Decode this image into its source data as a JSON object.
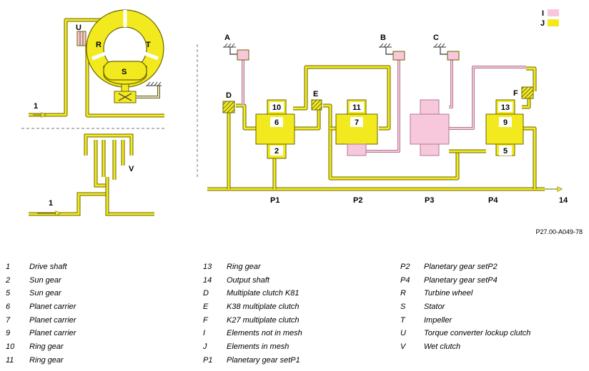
{
  "diagram": {
    "reference_code": "P27.00-A049-78",
    "key_legend": {
      "not_in_mesh_letter": "I",
      "in_mesh_letter": "J",
      "not_in_mesh_color": "#f7c8dc",
      "in_mesh_color": "#f2ea1e"
    },
    "letters": {
      "U": "U",
      "R": "R",
      "T": "T",
      "S": "S",
      "V": "V",
      "A": "A",
      "B": "B",
      "C": "C",
      "D": "D",
      "E": "E",
      "F": "F"
    },
    "input_label_top": "1",
    "input_label_bottom": "1",
    "output_label": "14",
    "planetary_set_labels": [
      "P1",
      "P2",
      "P3",
      "P4"
    ],
    "boxes": {
      "b10": "10",
      "b6": "6",
      "b2": "2",
      "b11": "11",
      "b7": "7",
      "b13": "13",
      "b9": "9",
      "b5": "5"
    }
  },
  "legend": [
    {
      "key": "1",
      "desc": "Drive shaft"
    },
    {
      "key": "2",
      "desc": "Sun gear"
    },
    {
      "key": "5",
      "desc": "Sun gear"
    },
    {
      "key": "6",
      "desc": "Planet carrier"
    },
    {
      "key": "7",
      "desc": "Planet carrier"
    },
    {
      "key": "9",
      "desc": "Planet carrier"
    },
    {
      "key": "10",
      "desc": "Ring gear"
    },
    {
      "key": "11",
      "desc": "Ring gear"
    },
    {
      "key": "13",
      "desc": "Ring gear"
    },
    {
      "key": "14",
      "desc": "Output shaft"
    },
    {
      "key": "D",
      "desc": "Multiplate clutch K81"
    },
    {
      "key": "E",
      "desc": "K38 multiplate clutch"
    },
    {
      "key": "F",
      "desc": "K27 multiplate clutch"
    },
    {
      "key": "I",
      "desc": "Elements not in mesh"
    },
    {
      "key": "J",
      "desc": "Elements in mesh"
    },
    {
      "key": "P1",
      "desc": "Planetary gear setP1"
    },
    {
      "key": "P2",
      "desc": "Planetary gear setP2"
    },
    {
      "key": "P4",
      "desc": "Planetary gear setP4"
    },
    {
      "key": "R",
      "desc": "Turbine wheel"
    },
    {
      "key": "S",
      "desc": "Stator"
    },
    {
      "key": "T",
      "desc": "Impeller"
    },
    {
      "key": "U",
      "desc": "Torque converter lockup clutch"
    },
    {
      "key": "V",
      "desc": "Wet clutch"
    }
  ]
}
